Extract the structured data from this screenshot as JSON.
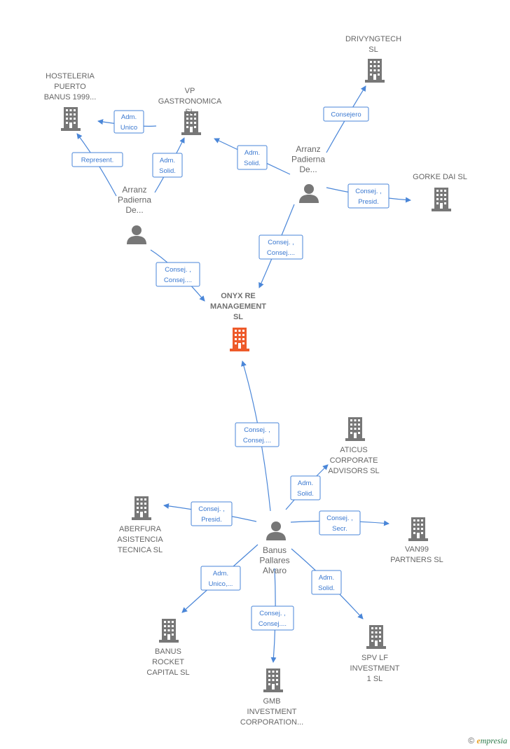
{
  "colors": {
    "company": "#777777",
    "focus_company": "#ee5a2a",
    "person": "#777777",
    "edge": "#4a86d8"
  },
  "nodes": [
    {
      "id": "hosteleria",
      "type": "company",
      "lines": [
        "HOSTELERIA",
        "PUERTO",
        "BANUS 1999..."
      ]
    },
    {
      "id": "vp",
      "type": "company",
      "lines": [
        "VP",
        "GASTRONOMICA",
        "SL"
      ]
    },
    {
      "id": "drivyng",
      "type": "company",
      "lines": [
        "DRIVYNGTECH",
        "SL"
      ]
    },
    {
      "id": "gorke",
      "type": "company",
      "lines": [
        "GORKE DAI  SL"
      ]
    },
    {
      "id": "onyx",
      "type": "focus",
      "lines": [
        "ONYX RE",
        "MANAGEMENT",
        "SL"
      ]
    },
    {
      "id": "aticus",
      "type": "company",
      "lines": [
        "ATICUS",
        "CORPORATE",
        "ADVISORS  SL"
      ]
    },
    {
      "id": "aberfura",
      "type": "company",
      "lines": [
        "ABERFURA",
        "ASISTENCIA",
        "TECNICA  SL"
      ]
    },
    {
      "id": "van99",
      "type": "company",
      "lines": [
        "VAN99",
        "PARTNERS  SL"
      ]
    },
    {
      "id": "banusrocket",
      "type": "company",
      "lines": [
        "BANUS",
        "ROCKET",
        "CAPITAL  SL"
      ]
    },
    {
      "id": "gmb",
      "type": "company",
      "lines": [
        "GMB",
        "INVESTMENT",
        "CORPORATION..."
      ]
    },
    {
      "id": "spvlf",
      "type": "company",
      "lines": [
        "SPV LF",
        "INVESTMENT",
        "1  SL"
      ]
    },
    {
      "id": "arranz1",
      "type": "person",
      "lines": [
        "Arranz",
        "Padierna",
        "De..."
      ]
    },
    {
      "id": "arranz2",
      "type": "person",
      "lines": [
        "Arranz",
        "Padierna",
        "De..."
      ]
    },
    {
      "id": "banus",
      "type": "person",
      "lines": [
        "Banus",
        "Pallares",
        "Alvaro"
      ]
    }
  ],
  "edges": [
    {
      "id": "e1",
      "lines": [
        "Adm.",
        "Unico"
      ]
    },
    {
      "id": "e2",
      "lines": [
        "Represent."
      ]
    },
    {
      "id": "e3",
      "lines": [
        "Adm.",
        "Solid."
      ]
    },
    {
      "id": "e4",
      "lines": [
        "Consej. ,",
        "Consej...."
      ]
    },
    {
      "id": "e5",
      "lines": [
        "Adm.",
        "Solid."
      ]
    },
    {
      "id": "e6",
      "lines": [
        "Consejero"
      ]
    },
    {
      "id": "e7",
      "lines": [
        "Consej. ,",
        "Presid."
      ]
    },
    {
      "id": "e8",
      "lines": [
        "Consej. ,",
        "Consej...."
      ]
    },
    {
      "id": "e9",
      "lines": [
        "Consej. ,",
        "Consej...."
      ]
    },
    {
      "id": "e10",
      "lines": [
        "Adm.",
        "Solid."
      ]
    },
    {
      "id": "e11",
      "lines": [
        "Consej. ,",
        "Presid."
      ]
    },
    {
      "id": "e12",
      "lines": [
        "Consej. ,",
        "Secr."
      ]
    },
    {
      "id": "e13",
      "lines": [
        "Adm.",
        "Unico,..."
      ]
    },
    {
      "id": "e14",
      "lines": [
        "Consej. ,",
        "Consej...."
      ]
    },
    {
      "id": "e15",
      "lines": [
        "Adm.",
        "Solid."
      ]
    }
  ],
  "footer": {
    "symbol": "©",
    "brand_initial": "e",
    "brand_rest": "mpresia"
  }
}
